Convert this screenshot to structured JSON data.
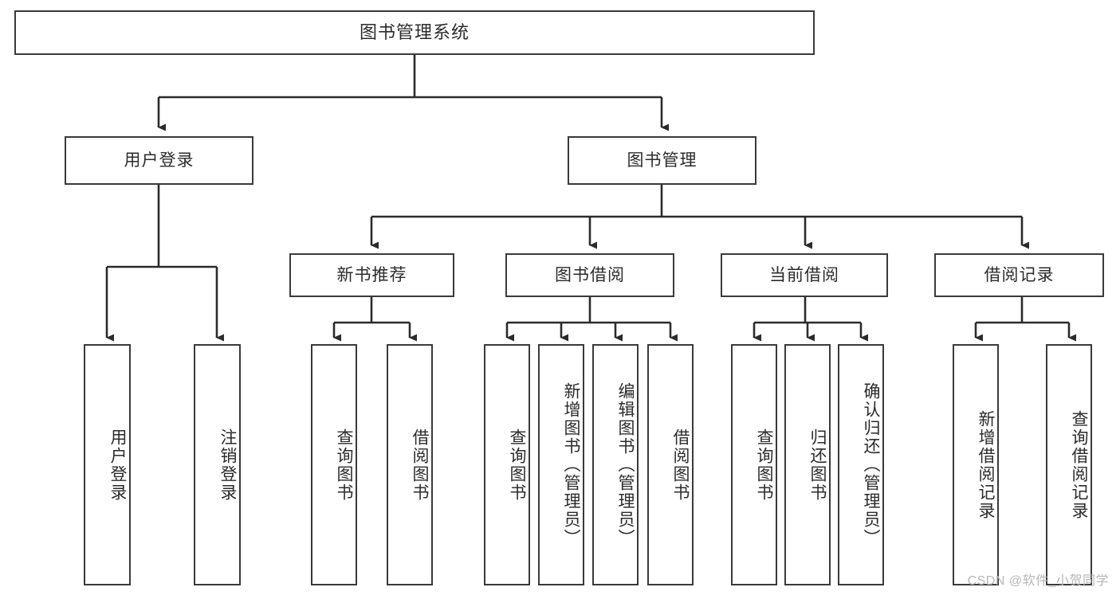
{
  "diagram": {
    "title": "图书管理系统",
    "type": "tree-hierarchy-chart",
    "colors": {
      "border": "#3a3a3a",
      "text": "#2b2b2b",
      "background": "#ffffff",
      "watermark": "#b7b7b7"
    },
    "root": {
      "label": "图书管理系统"
    },
    "level2": [
      {
        "label": "用户登录"
      },
      {
        "label": "图书管理"
      }
    ],
    "level3": [
      {
        "label": "新书推荐"
      },
      {
        "label": "图书借阅"
      },
      {
        "label": "当前借阅"
      },
      {
        "label": "借阅记录"
      }
    ],
    "leaves": {
      "user_login": [
        {
          "label": "用户登录"
        },
        {
          "label": "注销登录"
        }
      ],
      "new_book_recommend": [
        {
          "label": "查询图书"
        },
        {
          "label": "借阅图书"
        }
      ],
      "book_borrow": [
        {
          "label": "查询图书"
        },
        {
          "label": "新增图书（管理员）"
        },
        {
          "label": "编辑图书（管理员）"
        },
        {
          "label": "借阅图书"
        }
      ],
      "current_borrow": [
        {
          "label": "查询图书"
        },
        {
          "label": "归还图书"
        },
        {
          "label": "确认归还（管理员）"
        }
      ],
      "borrow_record": [
        {
          "label": "新增借阅记录"
        },
        {
          "label": "查询借阅记录"
        }
      ]
    },
    "watermark": "CSDN @软件_小贺同学"
  }
}
